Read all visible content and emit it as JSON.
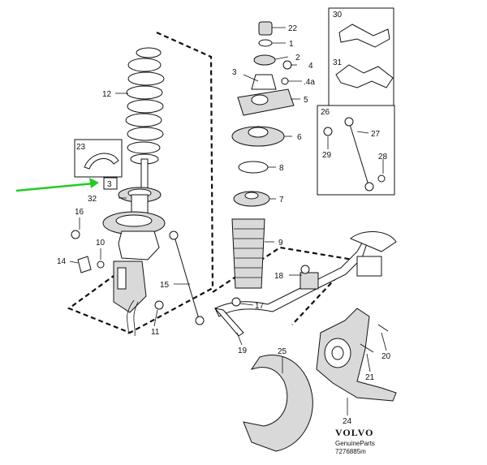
{
  "brand": {
    "name": "VOLVO",
    "line1": "GenuineParts",
    "line2": "7276885m"
  },
  "colors": {
    "highlight": "#22cc22",
    "ink": "#111111"
  },
  "labels": {
    "p1": "1",
    "p2": "2",
    "p3a": "3",
    "p3b": "3",
    "p4": "4",
    "p4a": ".4a",
    "p5": "5",
    "p6": "6",
    "p7": "7",
    "p8": "8",
    "p9": "9",
    "p10": "10",
    "p11": "11",
    "p12": "12",
    "p14": "14",
    "p15": "15",
    "p16": "16",
    "p17": "17",
    "p18": "18",
    "p19": "19",
    "p20": "20",
    "p21": "21",
    "p22": "22",
    "p23": "23",
    "p24": "24",
    "p25": "25",
    "p26": "26",
    "p27": "27",
    "p28": "28",
    "p29": "29",
    "p30": "30",
    "p31": "31",
    "p32": "32"
  }
}
